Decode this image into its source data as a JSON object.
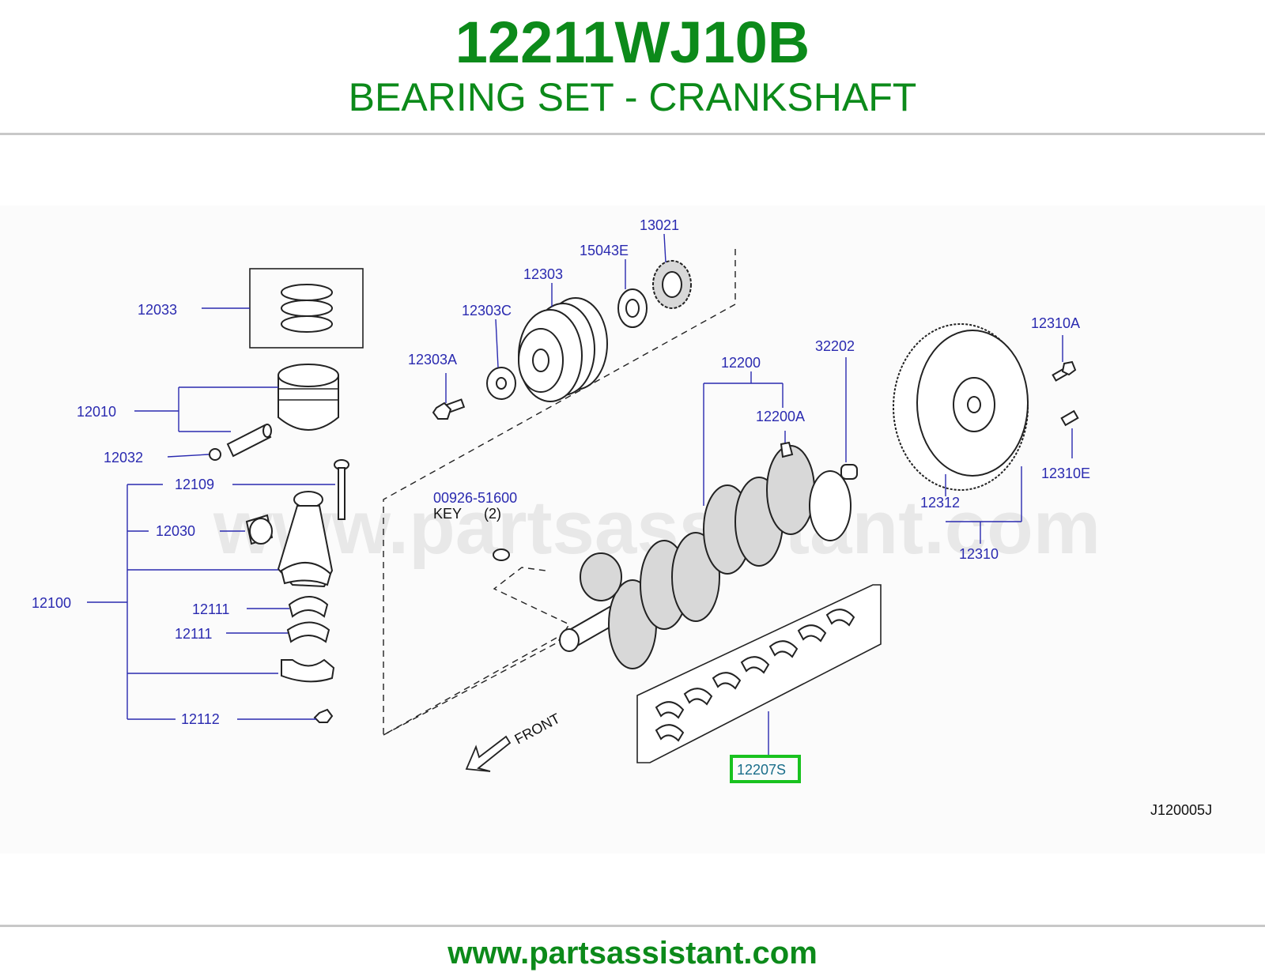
{
  "header": {
    "part_number": "12211WJ10B",
    "description": "BEARING SET - CRANKSHAFT"
  },
  "diagram": {
    "watermark": "www.partsassistant.com",
    "diagram_code": "J120005J",
    "front_label": "FRONT",
    "highlighted_part": "12207S",
    "highlight_color": "#19c21f",
    "key_label": "KEY",
    "key_qty": "(2)",
    "labels": {
      "p12033": "12033",
      "p12010": "12010",
      "p12032": "12032",
      "p12109": "12109",
      "p12030": "12030",
      "p12100": "12100",
      "p12111a": "12111",
      "p12111b": "12111",
      "p12112": "12112",
      "p12303A": "12303A",
      "p12303C": "12303C",
      "p12303": "12303",
      "p15043E": "15043E",
      "p13021": "13021",
      "p00926": "00926-51600",
      "p12200": "12200",
      "p12200A": "12200A",
      "p32202": "32202",
      "p12310A": "12310A",
      "p12310E": "12310E",
      "p12312": "12312",
      "p12310": "12310",
      "p12207S": "12207S"
    }
  },
  "footer": {
    "url": "www.partsassistant.com"
  },
  "colors": {
    "brand_green": "#0c8a1a",
    "label_blue": "#2a2ab0"
  }
}
